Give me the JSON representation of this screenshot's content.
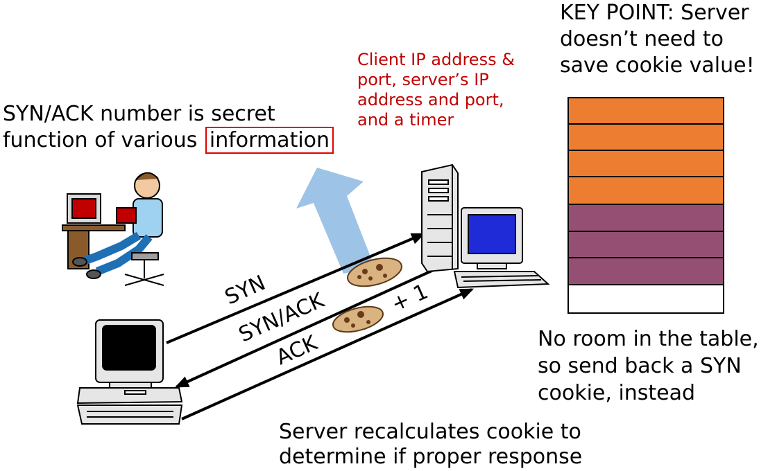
{
  "left_note": {
    "line1": "SYN/ACK number is secret",
    "line2_prefix": "function of various ",
    "highlight": "information"
  },
  "client_info": {
    "lines": [
      "Client IP address &",
      "port, server’s IP",
      "address and port,",
      "and a timer"
    ],
    "color": "#c00000"
  },
  "key_point": {
    "lines": [
      "KEY POINT: Server",
      "doesn’t need to",
      "save cookie value!"
    ]
  },
  "table_note": {
    "lines": [
      "No room in the table,",
      "so send back a SYN",
      "cookie, instead"
    ]
  },
  "server_note": {
    "lines": [
      "Server recalculates cookie to",
      "determine if proper response"
    ]
  },
  "arrows": {
    "syn": "SYN",
    "synack": "SYN/ACK",
    "ack": "ACK",
    "plus_one": "+ 1"
  },
  "colors": {
    "table_orange": "#ed7d31",
    "table_purple": "#954f72",
    "up_arrow": "#9dc3e6",
    "highlight_box": "#e00000"
  },
  "table": {
    "rows": [
      "orange",
      "orange",
      "orange",
      "orange",
      "purple",
      "purple",
      "purple",
      "empty"
    ]
  }
}
